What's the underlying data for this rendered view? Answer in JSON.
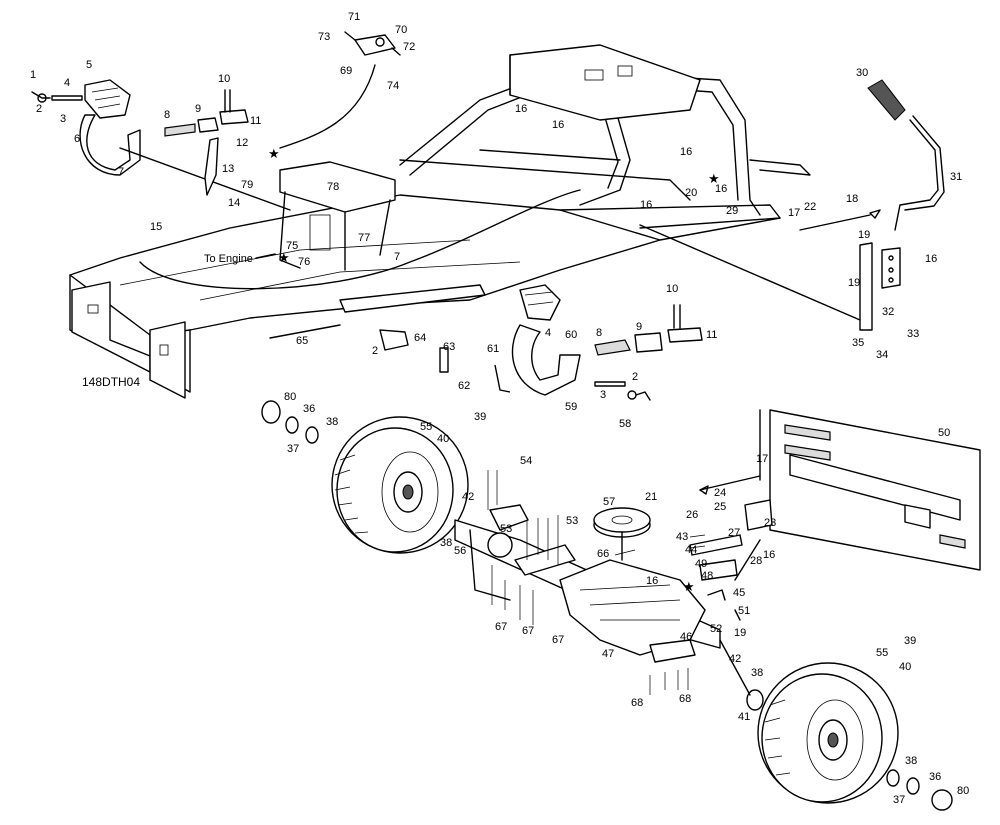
{
  "diagram": {
    "code": "148DTH04",
    "to_engine": "To Engine",
    "star": "★",
    "callouts": [
      "1",
      "2",
      "3",
      "4",
      "5",
      "6",
      "7",
      "8",
      "9",
      "10",
      "11",
      "12",
      "13",
      "14",
      "15",
      "16",
      "17",
      "18",
      "19",
      "20",
      "21",
      "22",
      "23",
      "24",
      "25",
      "26",
      "27",
      "28",
      "29",
      "30",
      "31",
      "32",
      "33",
      "34",
      "35",
      "36",
      "37",
      "38",
      "39",
      "40",
      "41",
      "42",
      "43",
      "44",
      "45",
      "46",
      "47",
      "48",
      "49",
      "50",
      "51",
      "52",
      "53",
      "54",
      "55",
      "56",
      "57",
      "58",
      "59",
      "60",
      "61",
      "62",
      "63",
      "64",
      "65",
      "66",
      "67",
      "68",
      "69",
      "70",
      "71",
      "72",
      "73",
      "74",
      "75",
      "76",
      "77",
      "78",
      "79",
      "80"
    ]
  }
}
